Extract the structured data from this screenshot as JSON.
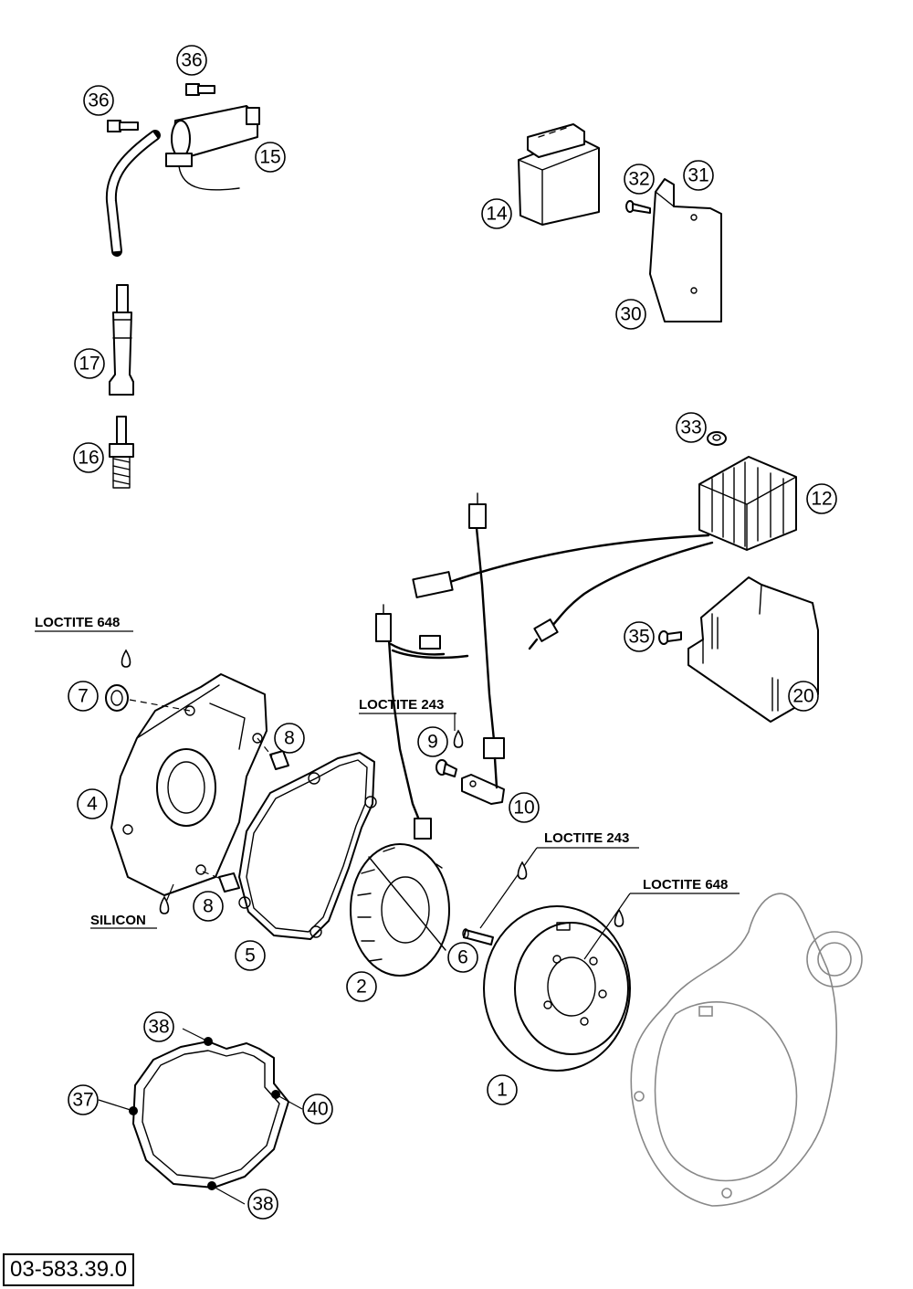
{
  "drawing_code": "03-583.39.0",
  "callouts": [
    {
      "id": "c36a",
      "label": "36"
    },
    {
      "id": "c36b",
      "label": "36"
    },
    {
      "id": "c15",
      "label": "15"
    },
    {
      "id": "c14",
      "label": "14"
    },
    {
      "id": "c32",
      "label": "32"
    },
    {
      "id": "c31",
      "label": "31"
    },
    {
      "id": "c30",
      "label": "30"
    },
    {
      "id": "c17",
      "label": "17"
    },
    {
      "id": "c16",
      "label": "16"
    },
    {
      "id": "c33",
      "label": "33"
    },
    {
      "id": "c12",
      "label": "12"
    },
    {
      "id": "c35",
      "label": "35"
    },
    {
      "id": "c20",
      "label": "20"
    },
    {
      "id": "c7",
      "label": "7"
    },
    {
      "id": "c8a",
      "label": "8"
    },
    {
      "id": "c4",
      "label": "4"
    },
    {
      "id": "c8b",
      "label": "8"
    },
    {
      "id": "c9",
      "label": "9"
    },
    {
      "id": "c10",
      "label": "10"
    },
    {
      "id": "c5",
      "label": "5"
    },
    {
      "id": "c2",
      "label": "2"
    },
    {
      "id": "c6",
      "label": "6"
    },
    {
      "id": "c1",
      "label": "1"
    },
    {
      "id": "c38a",
      "label": "38"
    },
    {
      "id": "c37",
      "label": "37"
    },
    {
      "id": "c40",
      "label": "40"
    },
    {
      "id": "c38b",
      "label": "38"
    }
  ],
  "notes": {
    "loctite_648_a": "LOCTITE 648",
    "loctite_243_a": "LOCTITE 243",
    "loctite_243_b": "LOCTITE 243",
    "loctite_648_b": "LOCTITE 648",
    "silicon": "SILICON"
  }
}
